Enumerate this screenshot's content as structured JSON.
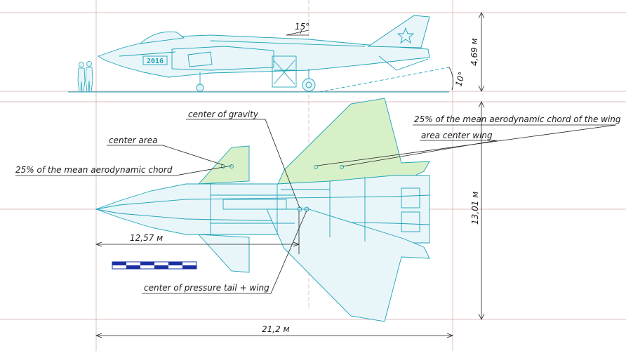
{
  "labels": {
    "center_of_gravity": "center of gravity",
    "center_area": "center area",
    "mac_25_tail": "25% of the mean aerodynamic chord",
    "mac_25_wing": "25% of the mean aerodynamic chord of the wing",
    "area_center_wing": "area center wing",
    "center_of_pressure": "center of pressure tail + wing"
  },
  "dimensions": {
    "height": "4,69 м",
    "span": "13,01 м",
    "length": "21,2 м",
    "partial_length": "12,57 м",
    "nozzle_angle": "15°",
    "tail_angle": "10°"
  },
  "side_view": {
    "tail_number": "2016"
  },
  "colors": {
    "outline": "#1fa3b8",
    "wing_fill": "#d8f0c8",
    "guide_lines": "#d9a6a6",
    "text": "#1a1a1a",
    "scale_bar": "#1a2fa0"
  }
}
